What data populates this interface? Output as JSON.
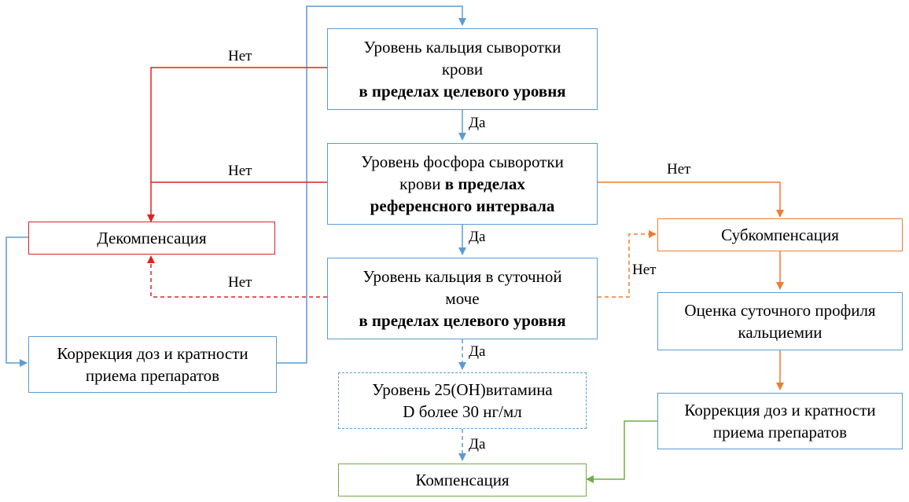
{
  "nodes": {
    "calcium_blood": {
      "line1": "Уровень кальция сыворотки",
      "line2": "крови",
      "line3_bold": "в пределах целевого уровня"
    },
    "phosphorus_blood": {
      "line1": "Уровень фосфора сыворотки",
      "line2_plain": "крови ",
      "line2_bold": "в пределах",
      "line3_bold": "референсного интервала"
    },
    "calcium_urine": {
      "line1": "Уровень кальция в суточной",
      "line2": "моче",
      "line3_bold": "в пределах целевого уровня"
    },
    "vitamin_d": {
      "line1": "Уровень 25(OH)витамина",
      "line2": "D более 30 нг/мл"
    },
    "compensation": {
      "label": "Компенсация"
    },
    "decompensation": {
      "label": "Декомпенсация"
    },
    "correction_left": {
      "line1": "Коррекция доз и кратности",
      "line2": "приема препаратов"
    },
    "subcompensation": {
      "label": "Субкомпенсация"
    },
    "daily_profile": {
      "line1": "Оценка суточного профиля",
      "line2": "кальциемии"
    },
    "correction_right": {
      "line1": "Коррекция доз и кратности",
      "line2": "приема препаратов"
    }
  },
  "edge_labels": {
    "yes_1": "Да",
    "yes_2": "Да",
    "yes_3": "Да",
    "yes_4": "Да",
    "no_calcium": "Нет",
    "no_phosphorus_left": "Нет",
    "no_phosphorus_right": "Нет",
    "no_urine_left": "Нет",
    "no_urine_right": "Нет"
  },
  "colors": {
    "blue": "#5b9bd5",
    "red": "#e02020",
    "orange": "#ed7d31",
    "green": "#70ad47"
  }
}
